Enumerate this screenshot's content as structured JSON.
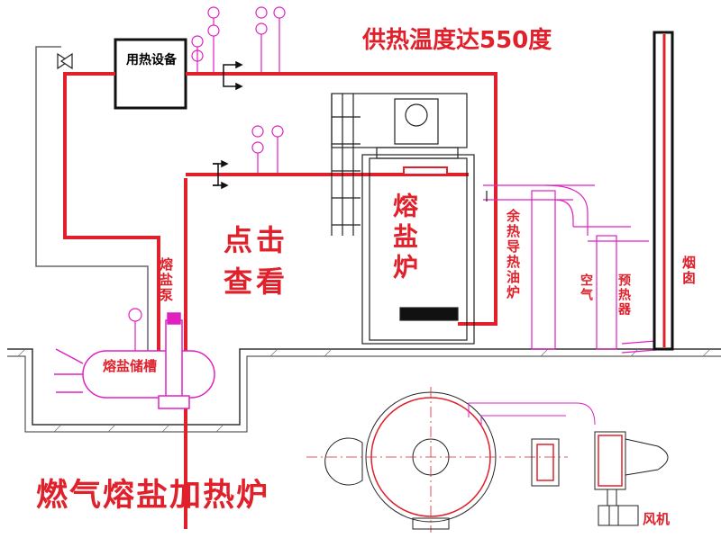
{
  "header": {
    "supply_temperature": "供热温度达550度"
  },
  "equipment": {
    "heat_user": "用热设备"
  },
  "overlay": {
    "click_to_view": "点击查看"
  },
  "components": {
    "molten_salt_furnace": "熔盐炉",
    "molten_salt_pump": "熔盐泵",
    "molten_salt_tank": "熔盐储槽",
    "waste_heat_oil_furnace": "余热导热油炉",
    "air": "空气",
    "preheater": "预热器",
    "chimney": "烟囱",
    "fan": "风机"
  },
  "title": "燃气熔盐加热炉",
  "colors": {
    "pipe_red": "#e0202a",
    "instrument_magenta": "#e020c0",
    "drawing_dark": "#222222"
  }
}
